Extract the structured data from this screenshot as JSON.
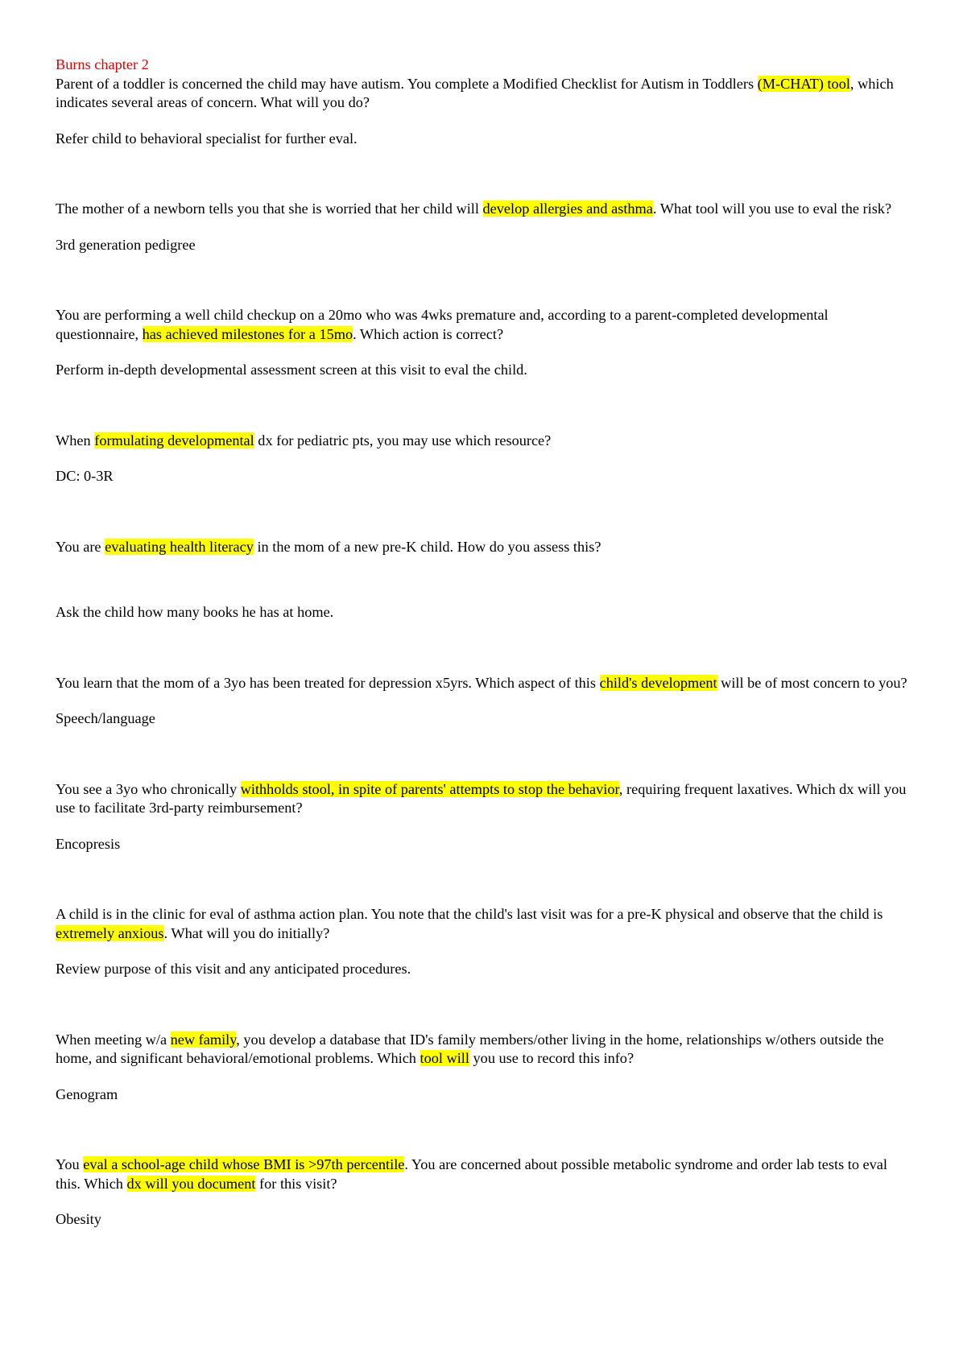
{
  "title": "Burns chapter 2",
  "qa": [
    {
      "q": [
        {
          "t": "Parent of a toddler is concerned the child may have autism. You complete a Modified Checklist for Autism in Toddlers "
        },
        {
          "t": "(M-CHAT) tool",
          "h": true
        },
        {
          "t": ", which indicates several areas of concern. What will you do?"
        }
      ],
      "a": "Refer child to behavioral specialist for further eval."
    },
    {
      "q": [
        {
          "t": "The mother of a newborn tells you that she is worried that her child will "
        },
        {
          "t": "develop allergies and asthma",
          "h": true
        },
        {
          "t": ". What tool will you use to eval the risk?"
        }
      ],
      "a": "3rd generation pedigree"
    },
    {
      "q": [
        {
          "t": "You are performing a well child checkup on a 20mo who was 4wks premature and, according to a parent-completed developmental questionnaire, "
        },
        {
          "t": "has achieved milestones for a 15mo",
          "h": true
        },
        {
          "t": ". Which action is correct?"
        }
      ],
      "a": "Perform in-depth developmental assessment screen at this visit to eval the child."
    },
    {
      "q": [
        {
          "t": "When "
        },
        {
          "t": "formulating developmental",
          "h": true
        },
        {
          "t": " dx for pediatric pts, you may use which resource?"
        }
      ],
      "a": "DC: 0-3R"
    },
    {
      "q": [
        {
          "t": "You are "
        },
        {
          "t": "evaluating health literacy",
          "h": true
        },
        {
          "t": " in the mom of a new pre-K child. How do you assess this?"
        }
      ],
      "a": "Ask the child how many books he has at home.",
      "extra_gap": true
    },
    {
      "q": [
        {
          "t": "You learn that the mom of a 3yo has been treated for depression x5yrs. Which aspect of this "
        },
        {
          "t": "child's development",
          "h": true
        },
        {
          "t": " will be of most concern to you?"
        }
      ],
      "a": "Speech/language"
    },
    {
      "q": [
        {
          "t": "You see a 3yo who chronically "
        },
        {
          "t": "withholds stool, in spite of parents' attempts to stop the behavior",
          "h": true
        },
        {
          "t": ", requiring frequent laxatives. Which dx will you use to facilitate 3rd-party reimbursement?"
        }
      ],
      "a": "Encopresis"
    },
    {
      "q": [
        {
          "t": "A child is in the clinic for eval of asthma action plan. You note that the child's last visit was for a pre-K physical and observe that the child is "
        },
        {
          "t": "extremely anxious",
          "h": true
        },
        {
          "t": ". What will you do initially?"
        }
      ],
      "a": "Review purpose of this visit and any anticipated procedures."
    },
    {
      "q": [
        {
          "t": "When meeting w/a "
        },
        {
          "t": "new family",
          "h": true
        },
        {
          "t": ", you develop a database that ID's family members/other living in the home, relationships w/others outside the home, and significant behavioral/emotional problems. Which "
        },
        {
          "t": "tool will",
          "h": true
        },
        {
          "t": " you use to record this info?"
        }
      ],
      "a": "Genogram"
    },
    {
      "q": [
        {
          "t": "You "
        },
        {
          "t": "eval a school-age child whose BMI is >97th percentile",
          "h": true
        },
        {
          "t": ". You are concerned about possible metabolic syndrome and order lab tests to eval this. Which "
        },
        {
          "t": "dx will you document",
          "h": true
        },
        {
          "t": " for this visit?"
        }
      ],
      "a": "Obesity"
    }
  ]
}
